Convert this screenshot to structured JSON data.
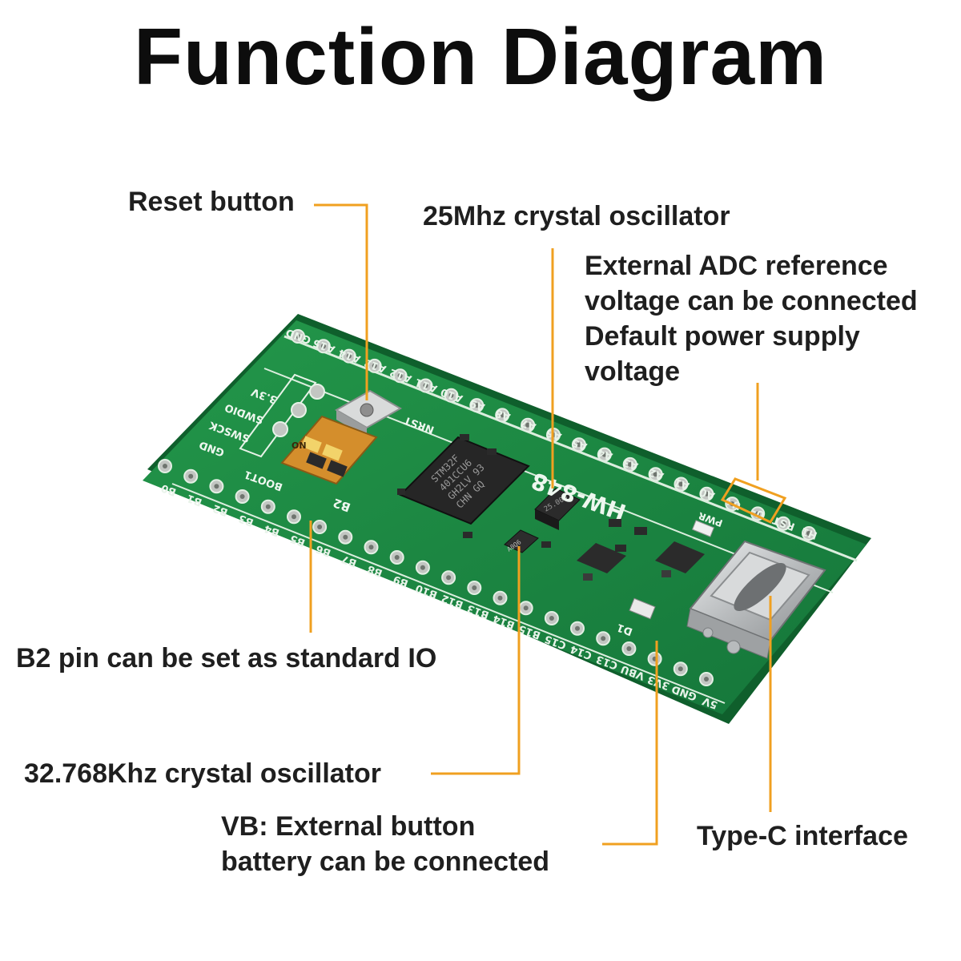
{
  "title": "Function Diagram",
  "board": {
    "model": "HW-848",
    "chip_text": [
      "STM32F",
      "401CCU6",
      "GH2LV  93",
      "CHN GQ"
    ],
    "xtal_text": "25.000",
    "xtal32_text": "A0Q6",
    "top_pins": [
      "GND",
      "A15",
      "A14",
      "A13",
      "A12",
      "A11",
      "A10",
      "A9",
      "A8",
      "A7",
      "A6",
      "A5",
      "A4",
      "A3",
      "A2",
      "A1",
      "A0",
      "U+",
      "U-",
      "RST",
      "H1"
    ],
    "bottom_pins": [
      "B0",
      "B1",
      "B2",
      "B3",
      "B4",
      "B5",
      "B6",
      "B7",
      "B8",
      "B9",
      "B10",
      "B12",
      "B13",
      "B14",
      "B15",
      "C15",
      "C14",
      "C13",
      "VBU",
      "3V3",
      "GND",
      "5V"
    ],
    "swd_pins": [
      "3.3V",
      "SWDIO",
      "SWSCK",
      "GND"
    ],
    "labels": {
      "nrst": "NRST",
      "boot": "BOOT1",
      "b2": "B2",
      "pwr": "PWR",
      "d1": "D1",
      "on": "ON"
    }
  },
  "callouts": {
    "reset": "Reset button",
    "xtal25": "25Mhz crystal oscillator",
    "adc": [
      "External ADC reference",
      "voltage can be connected",
      "Default power supply",
      "voltage"
    ],
    "b2pin": "B2 pin can be set as standard IO",
    "xtal32": "32.768Khz crystal oscillator",
    "vb": [
      "VB: External button",
      "battery can be connected"
    ],
    "typec": "Type-C interface"
  },
  "colors": {
    "pcb": "#1f8f3f",
    "pcb_dark": "#137232",
    "silk": "#e9f3ea",
    "pad": "#c2c6c2",
    "leader": "#f0a020",
    "ic": "#242424",
    "switch": "#c58a2b",
    "usb": "#c9ccce"
  }
}
